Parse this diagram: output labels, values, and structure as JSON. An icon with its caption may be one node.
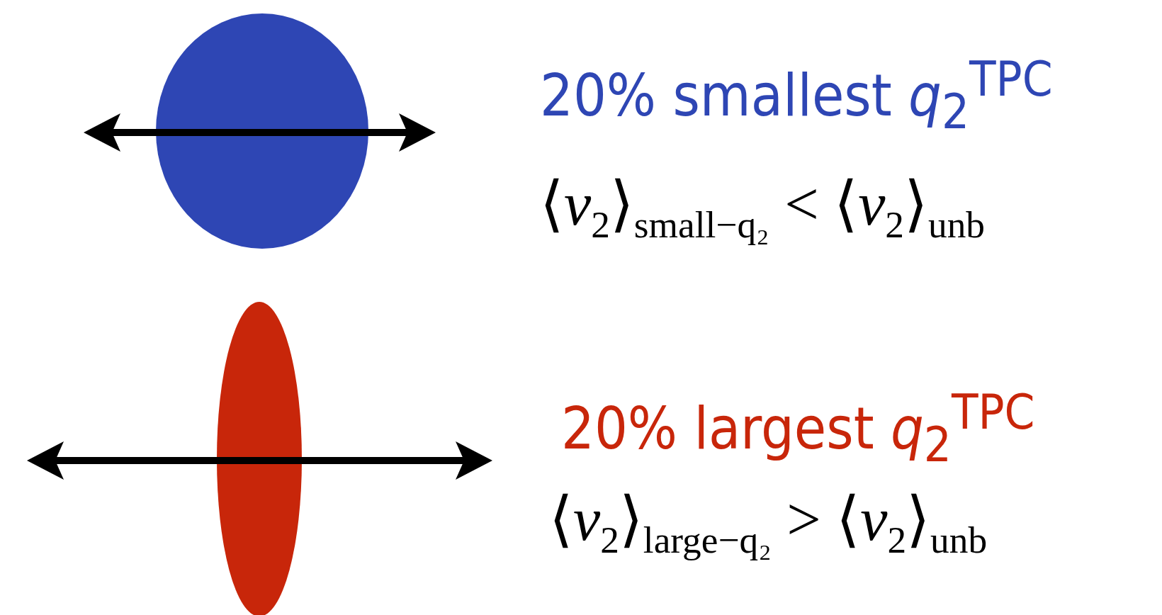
{
  "diagram": {
    "nodes": [
      {
        "text": [],
        "shape": "circle",
        "beside": [
          "20% smallest *q*$_{2}$$^{TPC}$",
          "⟨*v*$_{2}$⟩$_{small−q₂}$ < ⟨*v*$_{2}$⟩$_{unb}$"
        ]
      },
      {
        "text": [],
        "shape": "ellipse",
        "beside": [
          "20% largest *q*$_{2}$$^{TPC}$",
          "⟨*v*$_{2}$⟩$_{large−q₂}$ > ⟨*v*$_{2}$⟩$_{unb}$"
        ]
      }
    ]
  }
}
